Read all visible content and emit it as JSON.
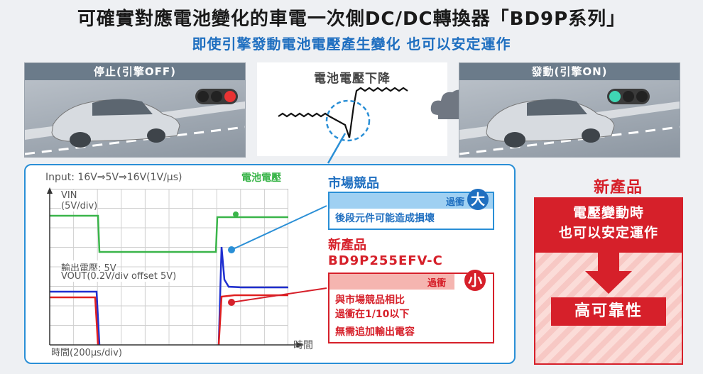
{
  "header": {
    "title": "可確實對應電池變化的車電一次側DC/DC轉換器「BD9P系列」",
    "subtitle": "即使引擎發動電池電壓產生變化 也可以安定運作"
  },
  "scenes": {
    "left_label": "停止(引擎OFF)",
    "center_label": "電池電壓下降",
    "right_label": "發動(引擎ON)"
  },
  "waveform": {
    "input_label": "Input: 16V⇒5V⇒16V(1V/μs)",
    "battery_label": "電池電壓",
    "vin_label": "VIN",
    "vin_scale": "(5V/div)",
    "output_label": "輸出電壓: 5V",
    "vout_label": "VOUT(0.2V/div offset 5V)",
    "time_axis": "時間",
    "time_scale": "時間(200μs/div)"
  },
  "competitor": {
    "title": "市場競品",
    "overshoot_label": "過衝",
    "overshoot_size": "大",
    "description": "後段元件可能造成損壞"
  },
  "new_product": {
    "title": "新產品",
    "model": "BD9P255EFV-C",
    "overshoot_label": "過衝",
    "overshoot_size": "小",
    "line1": "與市場競品相比",
    "line2": "過衝在1/10以下",
    "line3": "無需追加輸出電容"
  },
  "summary": {
    "label": "新產品",
    "band_line1": "電壓變動時",
    "band_line2": "也可以安定運作",
    "result": "高可靠性"
  },
  "colors": {
    "blue": "#1f6fc0",
    "red": "#d6202a",
    "green": "#3ab54a",
    "accent": "#2a8fd6"
  }
}
